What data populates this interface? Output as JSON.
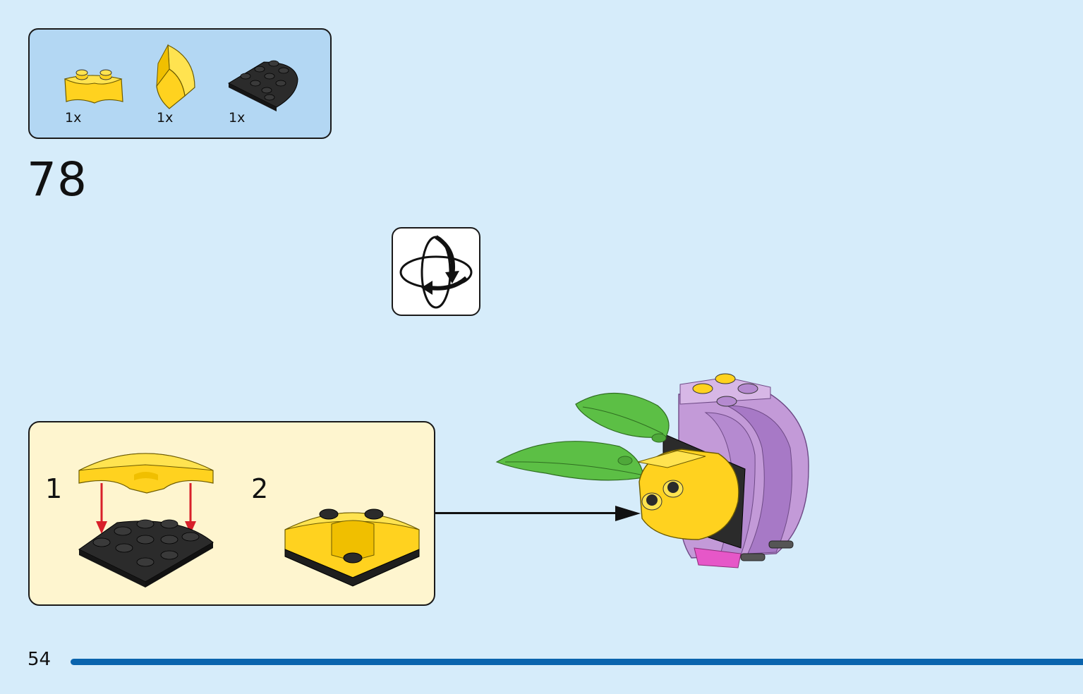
{
  "parts_list": {
    "items": [
      {
        "part": "yellow-curved-brick",
        "quantity": "1x"
      },
      {
        "part": "yellow-curved-slope",
        "quantity": "1x"
      },
      {
        "part": "black-round-corner-plate",
        "quantity": "1x"
      }
    ]
  },
  "step": {
    "number": "78"
  },
  "rotate_hint": {
    "icon": "rotate-model-icon"
  },
  "sub_assembly": {
    "steps": [
      {
        "label": "1"
      },
      {
        "label": "2"
      }
    ]
  },
  "page": {
    "number": "54"
  },
  "colors": {
    "background": "#d6ecfa",
    "parts_box": "#b3d7f3",
    "sub_box": "#fef5cf",
    "brick_yellow": "#ffd21f",
    "plate_black": "#2b2b2b",
    "leaf_green": "#5cbf45",
    "lavender": "#c39ad8",
    "accent_blue": "#0a64ad",
    "arrow_red": "#d8202a"
  }
}
